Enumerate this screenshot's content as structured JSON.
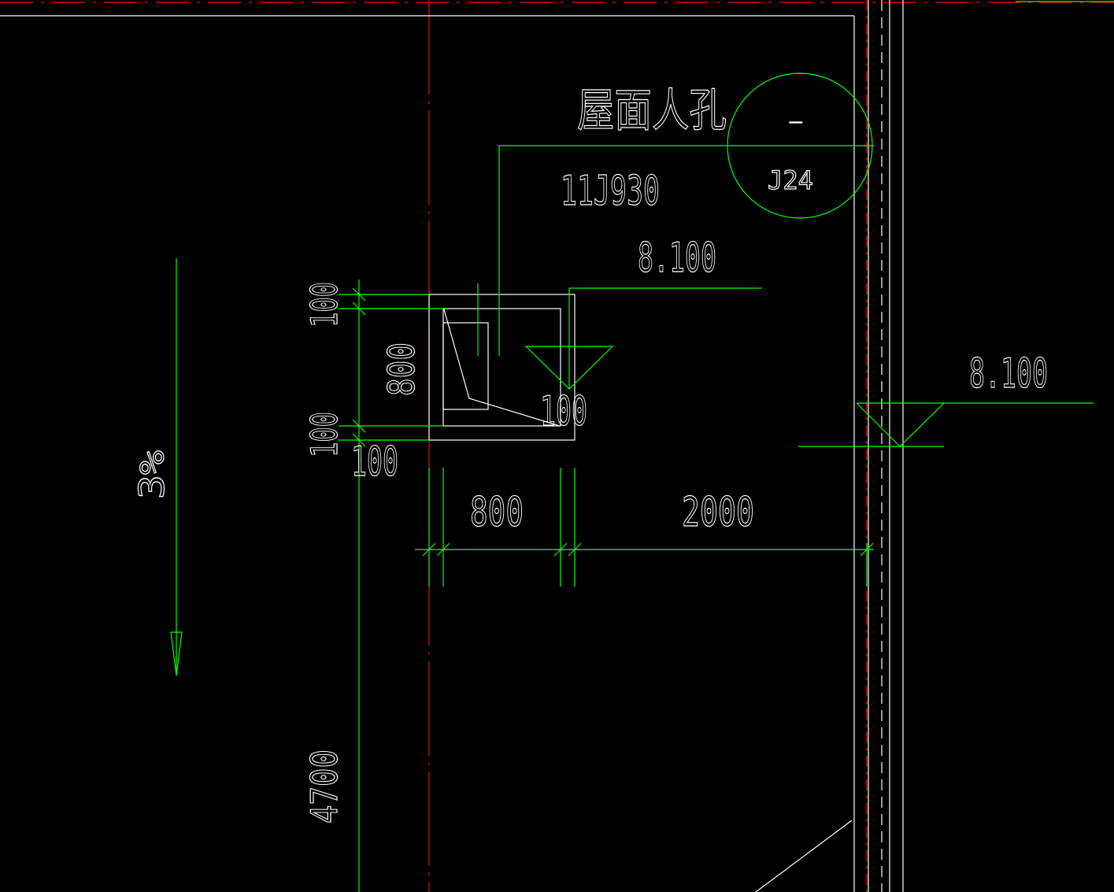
{
  "colors": {
    "background": "#000000",
    "wall_lines": "#ffffff",
    "dimension_lines": "#00ff00",
    "axis_lines": "#ff0000"
  },
  "labels": {
    "title": "屋面人孔",
    "detail_ref_top": "_",
    "detail_ref_bottom": "J24",
    "atlas_code": "11J930",
    "elevation_upper": "8.100",
    "elevation_right": "8.100",
    "slope": "3%"
  },
  "dimensions": {
    "left_top_offset": "100",
    "left_opening": "800",
    "left_bottom_offset": "100",
    "inner_vertical": "100",
    "inner_offset": "100",
    "bottom_opening": "800",
    "bottom_distance": "2000",
    "left_total": "4700"
  }
}
